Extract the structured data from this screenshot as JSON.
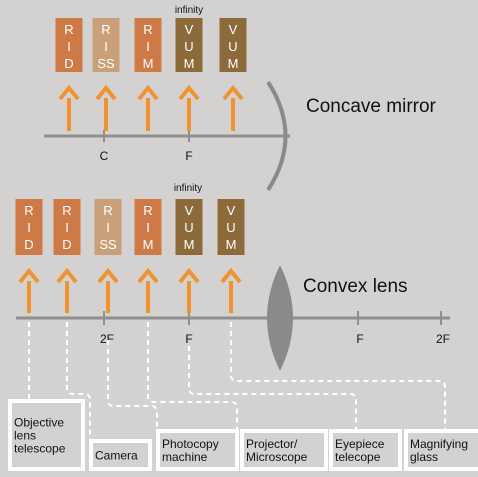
{
  "mirror": {
    "title": "Concave mirror",
    "infinity_label": "infinity",
    "points": [
      "C",
      "F"
    ],
    "images": [
      {
        "lines": [
          "R",
          "I",
          "D"
        ],
        "color": "#cd7a46"
      },
      {
        "lines": [
          "R",
          "I",
          "SS"
        ],
        "color": "#c9a07a"
      },
      {
        "lines": [
          "R",
          "I",
          "M"
        ],
        "color": "#cd7a46"
      },
      {
        "lines": [
          "V",
          "U",
          "M"
        ],
        "color": "#8c6a3a"
      },
      {
        "lines": [
          "V",
          "U",
          "M"
        ],
        "color": "#8c6a3a"
      }
    ]
  },
  "lens": {
    "title": "Convex lens",
    "infinity_label": "infinity",
    "points_left": [
      "2F",
      "F"
    ],
    "points_right": [
      "F",
      "2F"
    ],
    "images": [
      {
        "lines": [
          "R",
          "I",
          "D"
        ],
        "color": "#cd7a46"
      },
      {
        "lines": [
          "R",
          "I",
          "D"
        ],
        "color": "#cd7a46"
      },
      {
        "lines": [
          "R",
          "I",
          "SS"
        ],
        "color": "#c9a07a"
      },
      {
        "lines": [
          "R",
          "I",
          "M"
        ],
        "color": "#cd7a46"
      },
      {
        "lines": [
          "V",
          "U",
          "M"
        ],
        "color": "#8c6a3a"
      },
      {
        "lines": [
          "V",
          "U",
          "M"
        ],
        "color": "#8c6a3a"
      }
    ]
  },
  "uses": [
    {
      "lines": [
        "Objective",
        "lens",
        "telescope"
      ]
    },
    {
      "lines": [
        "Camera"
      ]
    },
    {
      "lines": [
        "Photocopy",
        "machine"
      ]
    },
    {
      "lines": [
        "Projector/",
        "Microscope"
      ]
    },
    {
      "lines": [
        "Eyepiece",
        "telecope"
      ]
    },
    {
      "lines": [
        "Magnifying",
        "glass"
      ]
    }
  ],
  "colors": {
    "background": "#d4d2d0",
    "arrow": "#f0922e",
    "axis": "#8f8f8f",
    "optic": "#8a8a8a"
  }
}
